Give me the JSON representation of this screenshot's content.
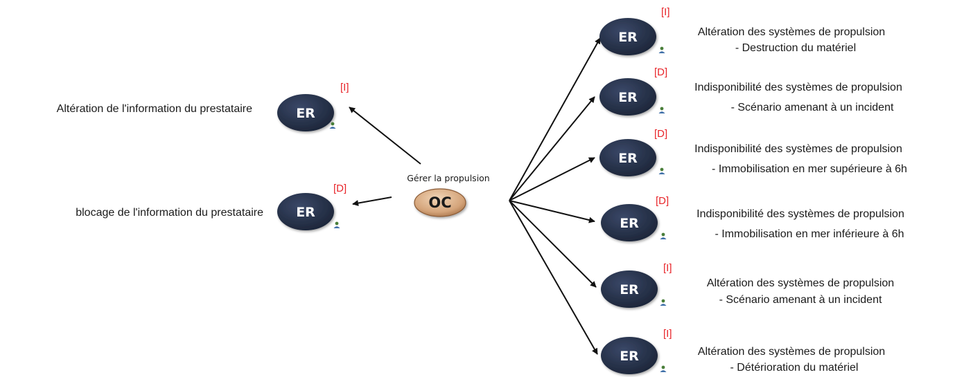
{
  "center": {
    "title": "Gérer la propulsion",
    "badge": "OC"
  },
  "colors": {
    "er_fill": "#26324a",
    "oc_fill": "#d4a47a",
    "tag": "#e8252a",
    "edge": "#111111"
  },
  "left_nodes": [
    {
      "badge": "ER",
      "tag": "[I]",
      "label": "Altération de l'information du prestataire"
    },
    {
      "badge": "ER",
      "tag": "[D]",
      "label": "blocage de l'information du prestataire"
    }
  ],
  "right_nodes": [
    {
      "badge": "ER",
      "tag": "[I]",
      "line1": "Altération des systèmes de propulsion",
      "line2": "- Destruction du matériel"
    },
    {
      "badge": "ER",
      "tag": "[D]",
      "line1": "Indisponibilité des systèmes de propulsion",
      "line2": "- Scénario amenant à un incident"
    },
    {
      "badge": "ER",
      "tag": "[D]",
      "line1": "Indisponibilité des systèmes de propulsion",
      "line2": "- Immobilisation en mer supérieure à 6h"
    },
    {
      "badge": "ER",
      "tag": "[D]",
      "line1": "Indisponibilité des systèmes de propulsion",
      "line2": "- Immobilisation en mer inférieure à 6h"
    },
    {
      "badge": "ER",
      "tag": "[I]",
      "line1": "Altération des systèmes de propulsion",
      "line2": "- Scénario amenant à un incident"
    },
    {
      "badge": "ER",
      "tag": "[I]",
      "line1": "Altération des systèmes de propulsion",
      "line2": "- Détérioration du matériel"
    }
  ]
}
